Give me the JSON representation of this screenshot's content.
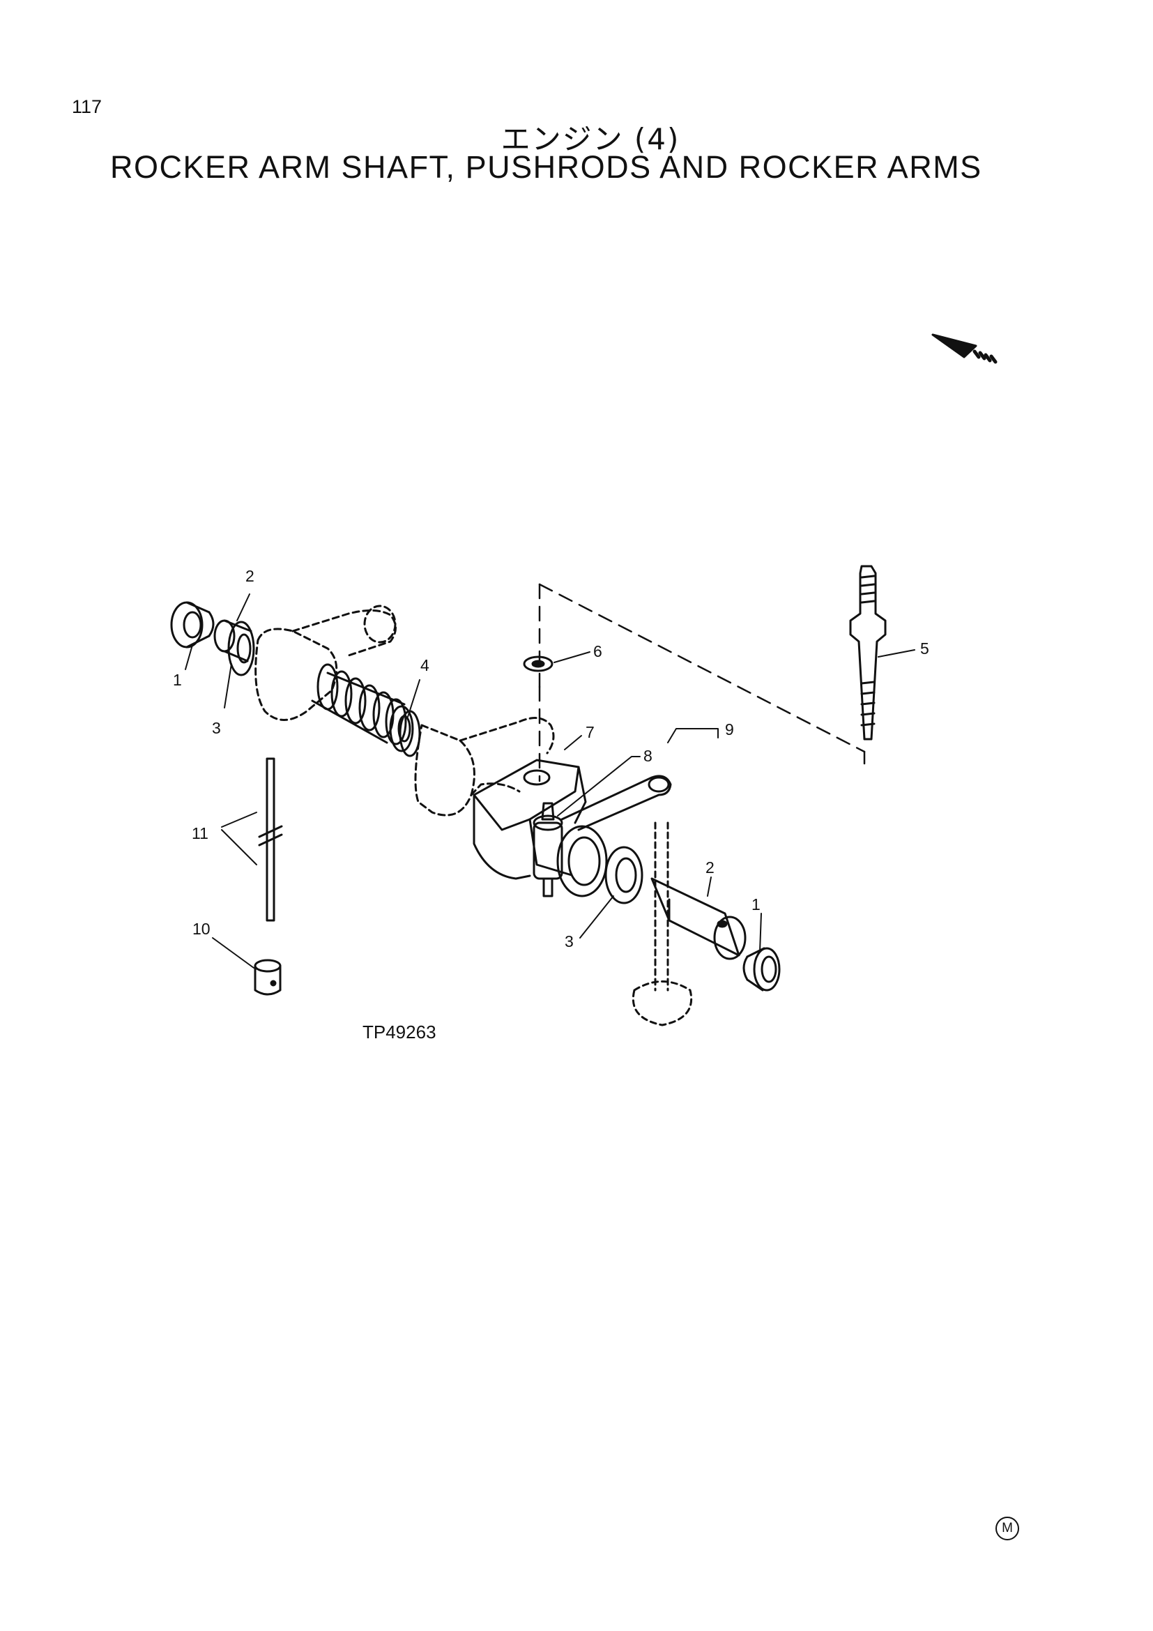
{
  "page": {
    "number": "117"
  },
  "header": {
    "title_jp": "エンジン (4)",
    "title_en": "ROCKER ARM SHAFT, PUSHRODS AND ROCKER ARMS"
  },
  "figure": {
    "code": "TP49263",
    "callouts": {
      "c1a": "1",
      "c1b": "1",
      "c2a": "2",
      "c2b": "2",
      "c3a": "3",
      "c3b": "3",
      "c4": "4",
      "c5": "5",
      "c6": "6",
      "c7": "7",
      "c8": "8",
      "c9": "9",
      "c10": "10",
      "c11": "11"
    },
    "direction_icon": "front-arrow-icon"
  },
  "footer": {
    "mark": "M"
  }
}
